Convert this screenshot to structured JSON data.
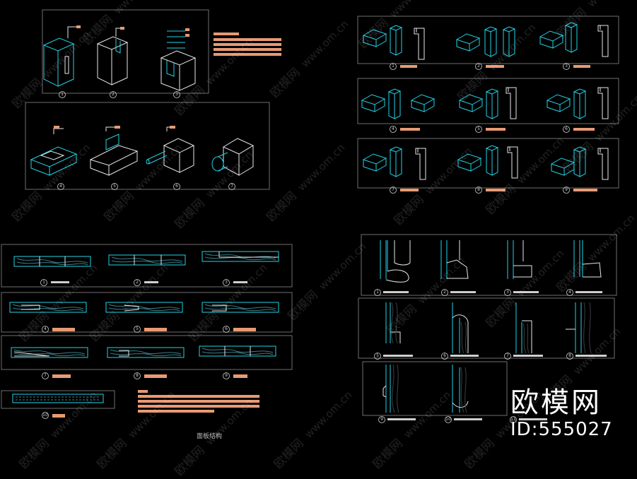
{
  "drawing_title": "面板结构",
  "brand": {
    "name": "欧模网",
    "id": "ID:555027"
  },
  "watermark": {
    "name": "欧模网",
    "url": "www.om.cn"
  },
  "colors": {
    "background": "#000000",
    "line_cyan": "#22d3e6",
    "line_white": "#e8e8e8",
    "label_orange": "#e89a74",
    "frame_grey": "#8a8a8a",
    "caption_text": "#cfcfcf"
  },
  "groups": [
    {
      "id": "isometric-joints-a",
      "numbers": [
        "1",
        "2",
        "3"
      ]
    },
    {
      "id": "isometric-joints-b",
      "numbers": [
        "4",
        "5",
        "6",
        "7"
      ]
    },
    {
      "id": "corner-joints-row1",
      "numbers": [
        "1",
        "2",
        "3"
      ]
    },
    {
      "id": "corner-joints-row2",
      "numbers": [
        "4",
        "5",
        "6"
      ]
    },
    {
      "id": "corner-joints-row3",
      "numbers": [
        "7",
        "8",
        "9"
      ]
    },
    {
      "id": "board-joints",
      "numbers": [
        "1",
        "2",
        "3",
        "4",
        "5",
        "6",
        "7",
        "8",
        "9",
        "10"
      ]
    },
    {
      "id": "edge-profiles",
      "numbers": [
        "1",
        "2",
        "3",
        "4",
        "5",
        "6",
        "7",
        "8",
        "9",
        "10",
        "11"
      ]
    }
  ]
}
